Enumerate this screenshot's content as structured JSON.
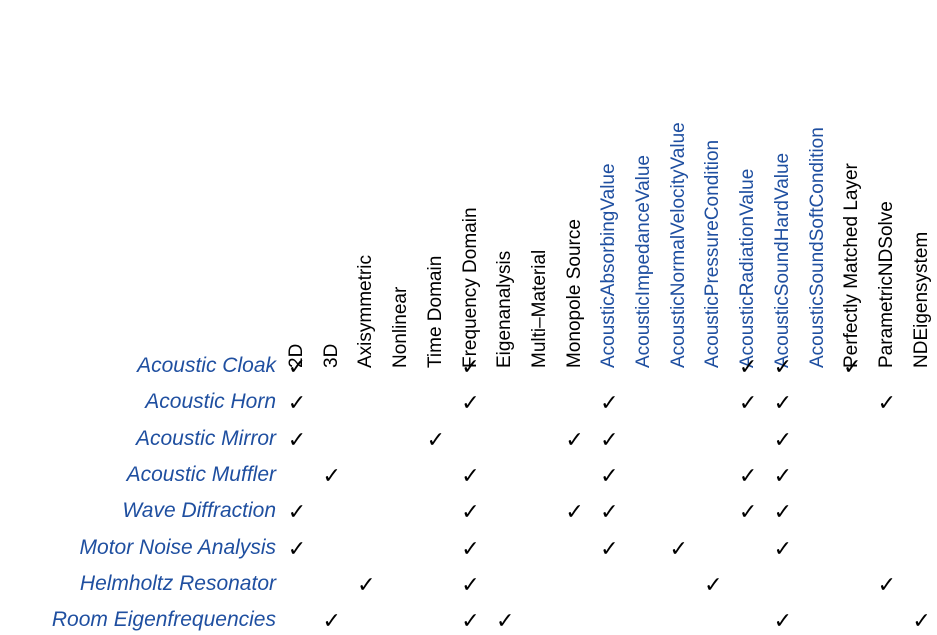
{
  "colors": {
    "link": "#1f4fa0",
    "plain": "#000000"
  },
  "check_icon": "check-mark-icon",
  "check_glyph": "✓",
  "columns": [
    {
      "label": "2D",
      "link": false
    },
    {
      "label": "3D",
      "link": false
    },
    {
      "label": "Axisymmetric",
      "link": false
    },
    {
      "label": "Nonlinear",
      "link": false
    },
    {
      "label": "Time Domain",
      "link": false
    },
    {
      "label": "Frequency Domain",
      "link": false
    },
    {
      "label": "Eigenanalysis",
      "link": false
    },
    {
      "label": "Multi–Material",
      "link": false
    },
    {
      "label": "Monopole Source",
      "link": false
    },
    {
      "label": "AcousticAbsorbingValue",
      "link": true
    },
    {
      "label": "AcousticImpedanceValue",
      "link": true
    },
    {
      "label": "AcousticNormalVelocityValue",
      "link": true
    },
    {
      "label": "AcousticPressureCondition",
      "link": true
    },
    {
      "label": "AcousticRadiationValue",
      "link": true
    },
    {
      "label": "AcousticSoundHardValue",
      "link": true
    },
    {
      "label": "AcousticSoundSoftCondition",
      "link": true
    },
    {
      "label": "Perfectly Matched Layer",
      "link": false
    },
    {
      "label": "ParametricNDSolve",
      "link": false
    },
    {
      "label": "NDEigensystem",
      "link": false
    }
  ],
  "rows": [
    {
      "label": "Acoustic Cloak",
      "checks": [
        0,
        5,
        13,
        14,
        16
      ]
    },
    {
      "label": "Acoustic Horn",
      "checks": [
        0,
        5,
        9,
        13,
        14,
        17
      ]
    },
    {
      "label": "Acoustic Mirror",
      "checks": [
        0,
        4,
        8,
        9,
        14
      ]
    },
    {
      "label": "Acoustic Muffler",
      "checks": [
        1,
        5,
        9,
        13,
        14
      ]
    },
    {
      "label": "Wave Diffraction",
      "checks": [
        0,
        5,
        8,
        9,
        13,
        14
      ]
    },
    {
      "label": "Motor Noise Analysis",
      "checks": [
        0,
        5,
        9,
        11,
        14
      ]
    },
    {
      "label": "Helmholtz Resonator",
      "checks": [
        2,
        5,
        12,
        17
      ]
    },
    {
      "label": "Room Eigenfrequencies",
      "checks": [
        1,
        5,
        6,
        14,
        18
      ]
    }
  ]
}
